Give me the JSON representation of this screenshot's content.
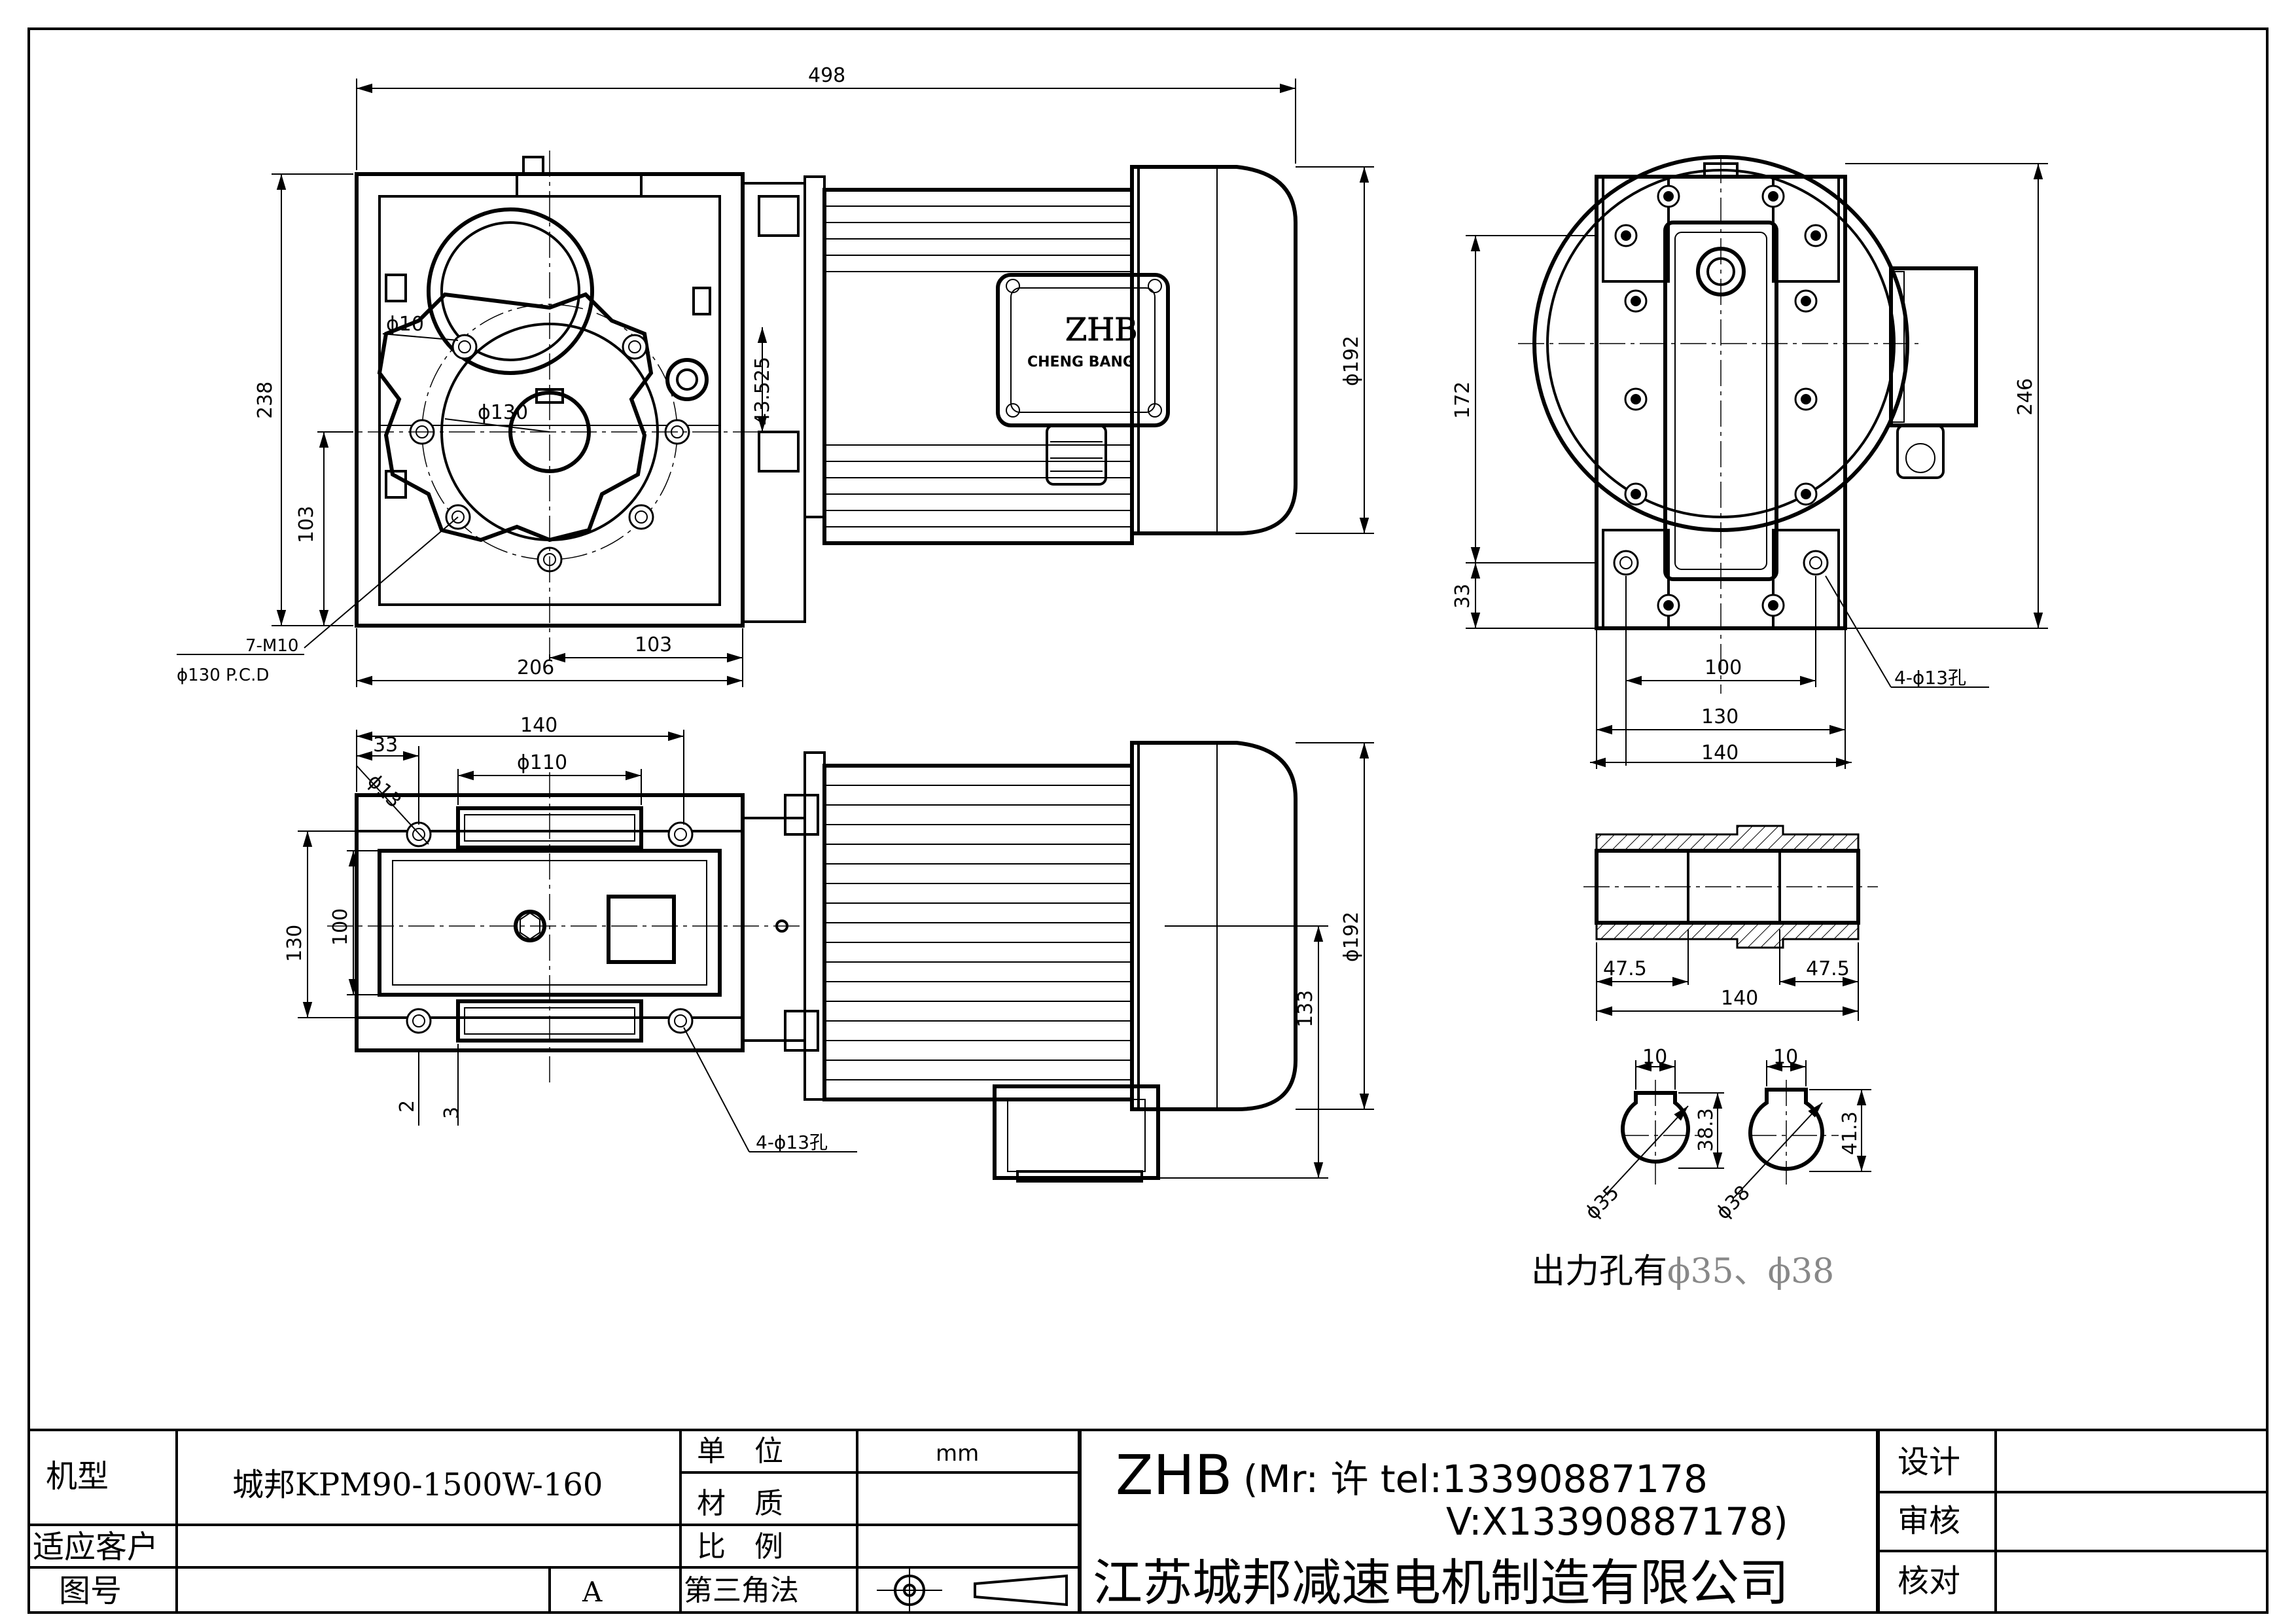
{
  "drawing": {
    "front_view": {
      "dim_overall_length": "498",
      "dim_height": "238",
      "dim_lower_height": "103",
      "dim_width": "206",
      "dim_half_width": "103",
      "dim_shaft_offset": "43.525",
      "dim_motor_dia": "ϕ192",
      "bolt_note_line1": "7-M10",
      "bolt_note_line2": "ϕ130 P.C.D",
      "label_small_hole": "ϕ10",
      "label_pcd": "ϕ130",
      "nameplate_logo": "ZHB",
      "nameplate_text": "CHENG BANG"
    },
    "side_view": {
      "dim_height_total": "246",
      "dim_172": "172",
      "dim_33": "33",
      "dim_100": "100",
      "dim_130": "130",
      "dim_140": "140",
      "hole_note": "4-ϕ13孔"
    },
    "bottom_view": {
      "dim_33": "33",
      "dim_140": "140",
      "dim_flange": "ϕ110",
      "dim_hole": "ϕ13",
      "dim_130": "130",
      "dim_100": "100",
      "dim_2": "2",
      "dim_3": "3",
      "dim_motor_dia": "ϕ192",
      "dim_133": "133",
      "hole_note": "4-ϕ13孔"
    },
    "shaft_section": {
      "dim_left": "47.5",
      "dim_right": "47.5",
      "dim_total": "140"
    },
    "keyways": [
      {
        "key_width": "10",
        "key_height": "38.3",
        "bore": "ϕ35"
      },
      {
        "key_width": "10",
        "key_height": "41.3",
        "bore": "ϕ38"
      }
    ],
    "output_note_prefix": "出力孔有",
    "output_note_values": "ϕ35、ϕ38"
  },
  "title_block": {
    "model_label": "机型",
    "model_value": "城邦KPM90-1500W-160",
    "customer_label": "适应客户",
    "drawing_no_label": "图号",
    "revision": "A",
    "unit_label": "单　位",
    "unit_value": "mm",
    "material_label": "材　质",
    "scale_label": "比　例",
    "projection_label": "第三角法",
    "brand": "ZHB",
    "contact_line1": "(Mr: 许 tel:13390887178",
    "contact_line2": "V:X13390887178)",
    "company": "江苏城邦减速电机制造有限公司",
    "design_label": "设计",
    "review_label": "审核",
    "check_label": "核对"
  }
}
